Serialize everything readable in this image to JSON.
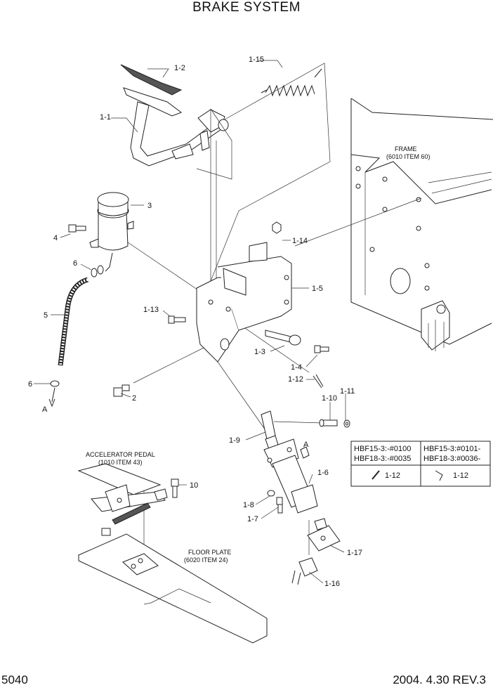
{
  "header": {
    "title": "BRAKE SYSTEM"
  },
  "footer": {
    "page_number": "5040",
    "revision": "2004. 4.30 REV.3"
  },
  "labels": {
    "p1_1": "1-1",
    "p1_2": "1-2",
    "p1_15": "1-15",
    "p3": "3",
    "p4": "4",
    "p6a": "6",
    "p5": "5",
    "p6b": "6",
    "pA1": "A",
    "p2": "2",
    "p1_13": "1-13",
    "p1_14": "1-14",
    "p1_5": "1-5",
    "p1_3": "1-3",
    "p1_4": "1-4",
    "p1_12": "1-12",
    "p1_10": "1-10",
    "p1_11": "1-11",
    "p1_9": "1-9",
    "pA2": "A",
    "p1_6": "1-6",
    "p1_8": "1-8",
    "p1_7": "1-7",
    "p1_17": "1-17",
    "p1_16": "1-16",
    "p10": "10"
  },
  "callouts": {
    "frame_name": "FRAME",
    "frame_ref": "(6010 ITEM 60)",
    "accel_name": "ACCELERATOR PEDAL",
    "accel_ref": "(1010 ITEM 43)",
    "floor_name": "FLOOR PLATE",
    "floor_ref": "(6020 ITEM 24)"
  },
  "serial_table": {
    "col1_line1": "HBF15-3:-#0100",
    "col1_line2": "HBF18-3:-#0035",
    "col2_line1": "HBF15-3:#0101-",
    "col2_line2": "HBF18-3:#0036-",
    "col1_part": "1-12",
    "col2_part": "1-12"
  }
}
